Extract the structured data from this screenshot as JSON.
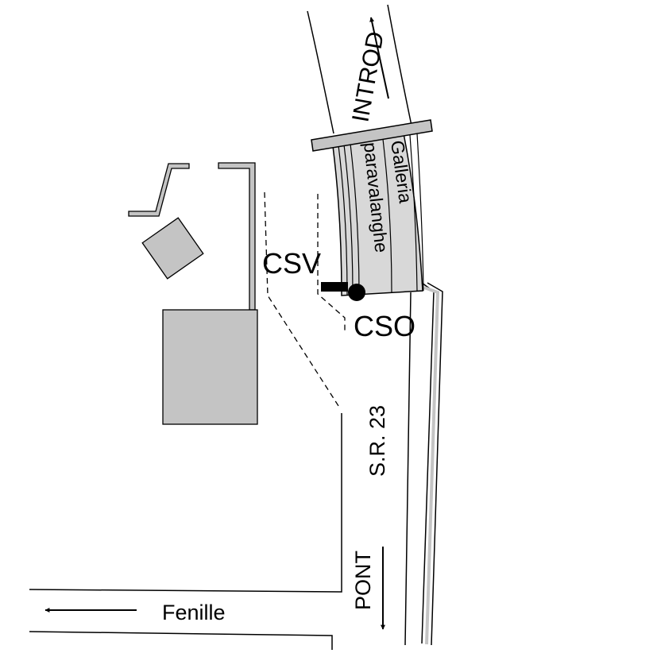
{
  "labels": {
    "introd": "INTROD",
    "galleria": "Galleria",
    "paravalanghe": "paravalanghe",
    "csv": "CSV",
    "cso": "CSO",
    "road": "S.R. 23",
    "pont": "PONT",
    "fenille": "Fenille"
  },
  "colors": {
    "building_fill": "#c4c4c4",
    "gallery_fill": "#d8d8d8",
    "line": "#000000"
  },
  "icons": {
    "direction_arrows": [
      "arrow-up-icon",
      "arrow-down-icon",
      "arrow-left-icon"
    ]
  }
}
